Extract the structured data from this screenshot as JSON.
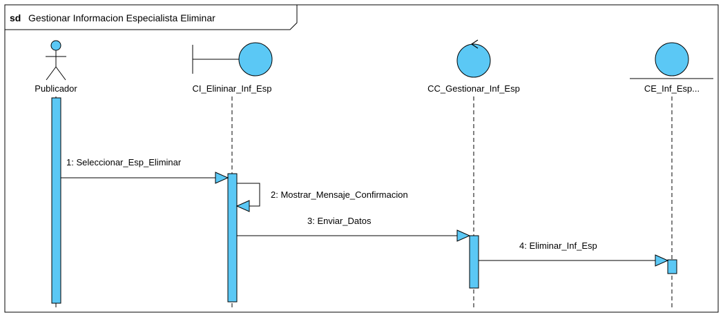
{
  "frame": {
    "keyword": "sd",
    "title": "Gestionar Informacion Especialista Eliminar"
  },
  "lifelines": [
    {
      "name": "Publicador",
      "kind": "actor"
    },
    {
      "name": "CI_Elininar_Inf_Esp",
      "kind": "boundary"
    },
    {
      "name": "CC_Gestionar_Inf_Esp",
      "kind": "control"
    },
    {
      "name": "CE_Inf_Esp...",
      "kind": "entity"
    }
  ],
  "messages": [
    {
      "label": "1: Seleccionar_Esp_Eliminar",
      "from": "Publicador",
      "to": "CI_Elininar_Inf_Esp"
    },
    {
      "label": "2: Mostrar_Mensaje_Confirmacion",
      "from": "CI_Elininar_Inf_Esp",
      "to": "CI_Elininar_Inf_Esp"
    },
    {
      "label": "3: Enviar_Datos",
      "from": "CI_Elininar_Inf_Esp",
      "to": "CC_Gestionar_Inf_Esp"
    },
    {
      "label": "4: Eliminar_Inf_Esp",
      "from": "CC_Gestionar_Inf_Esp",
      "to": "CE_Inf_Esp..."
    }
  ],
  "colors": {
    "fill": "#5bc8f5",
    "stroke": "#000000",
    "background": "#ffffff"
  }
}
